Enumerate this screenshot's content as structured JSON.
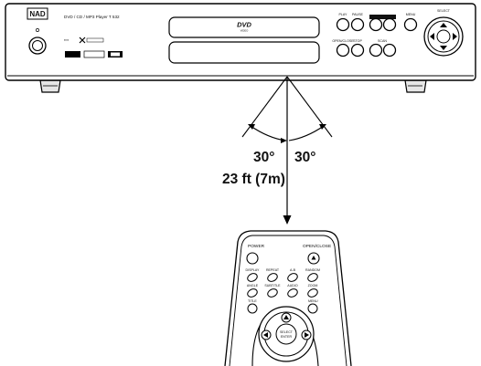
{
  "player": {
    "brand": "NAD",
    "model_line": "DVD / CD / MP3 Player T 532",
    "tray_logo_top": "DVD",
    "tray_logo_bottom": "VIDEO",
    "btn_labels": {
      "play": "PLAY",
      "pause": "PAUSE",
      "skip": "SKIP",
      "open_close": "OPEN/CLOSE",
      "stop": "STOP",
      "scan": "SCAN",
      "menu": "MENU",
      "select": "SELECT"
    }
  },
  "angles": {
    "left": "30°",
    "right": "30°"
  },
  "distance": "23 ft (7m)",
  "remote": {
    "power": "POWER",
    "open_close": "OPEN/CLOSE",
    "row1": [
      "DISPLAY",
      "REPEAT",
      "A-B",
      "RANDOM"
    ],
    "row2": [
      "ANGLE",
      "SUBTITLE",
      "AUDIO",
      "ZOOM"
    ],
    "title": "TITLE",
    "menu": "MENU",
    "select": "SELECT",
    "enter": "ENTER"
  }
}
